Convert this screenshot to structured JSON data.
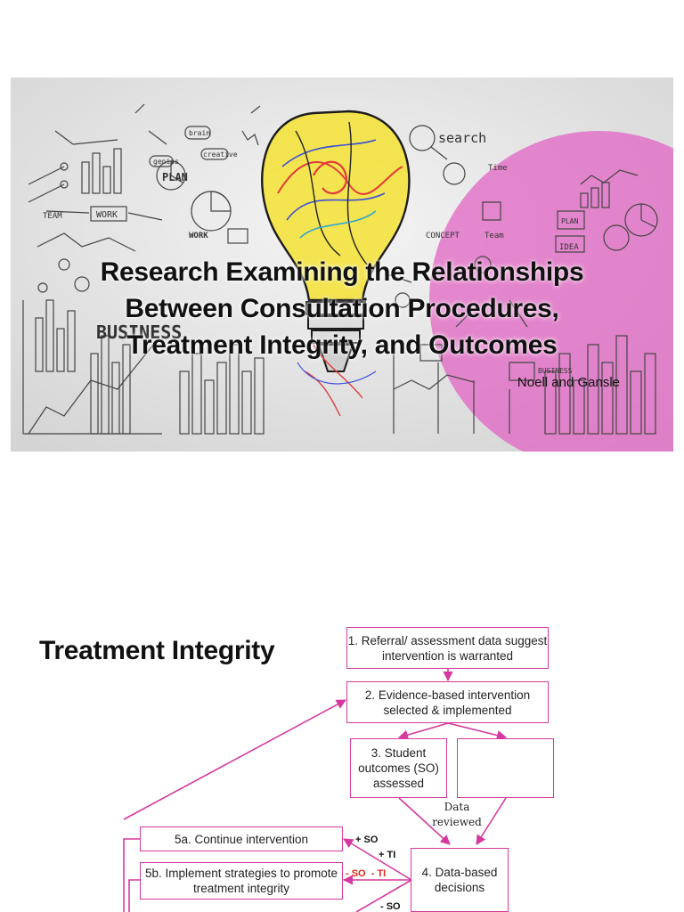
{
  "slide1": {
    "title_lines": [
      "Research Examining the Relationships",
      "Between Consultation Procedures,",
      "Treatment Integrity, and Outcomes"
    ],
    "author": "Noell and Gansle",
    "doodle_text": {
      "search": "search",
      "business": "BUSINESS",
      "plan": "PLAN",
      "work": "WORK",
      "work2": "WORK",
      "team": "TEAM",
      "brain": "brain",
      "genius": "genius",
      "creative": "creative",
      "concept": "CONCEPT",
      "team2": "Team",
      "idea": "IDEA",
      "plan2": "PLAN",
      "time": "Time",
      "business2": "BUSINESS"
    },
    "accent_color": "#e25fc2"
  },
  "slide2": {
    "heading": "Treatment Integrity",
    "accent_color": "#d5399f",
    "boxes": {
      "b1": "1. Referral/ assessment data suggest intervention is warranted",
      "b2": "2. Evidence-based intervention selected & implemented",
      "b3": "3. Student outcomes (SO) assessed",
      "b3b": "",
      "b4": "4. Data-based decisions",
      "b5a": "5a. Continue intervention",
      "b5b": "5b. Implement strategies to promote treatment integrity"
    },
    "labels": {
      "plus_so": "+ SO",
      "plus_ti": "+ TI",
      "minus_so_minus_ti": "- SO  - TI",
      "minus_so": "- SO",
      "data_reviewed": "Data reviewed"
    }
  }
}
